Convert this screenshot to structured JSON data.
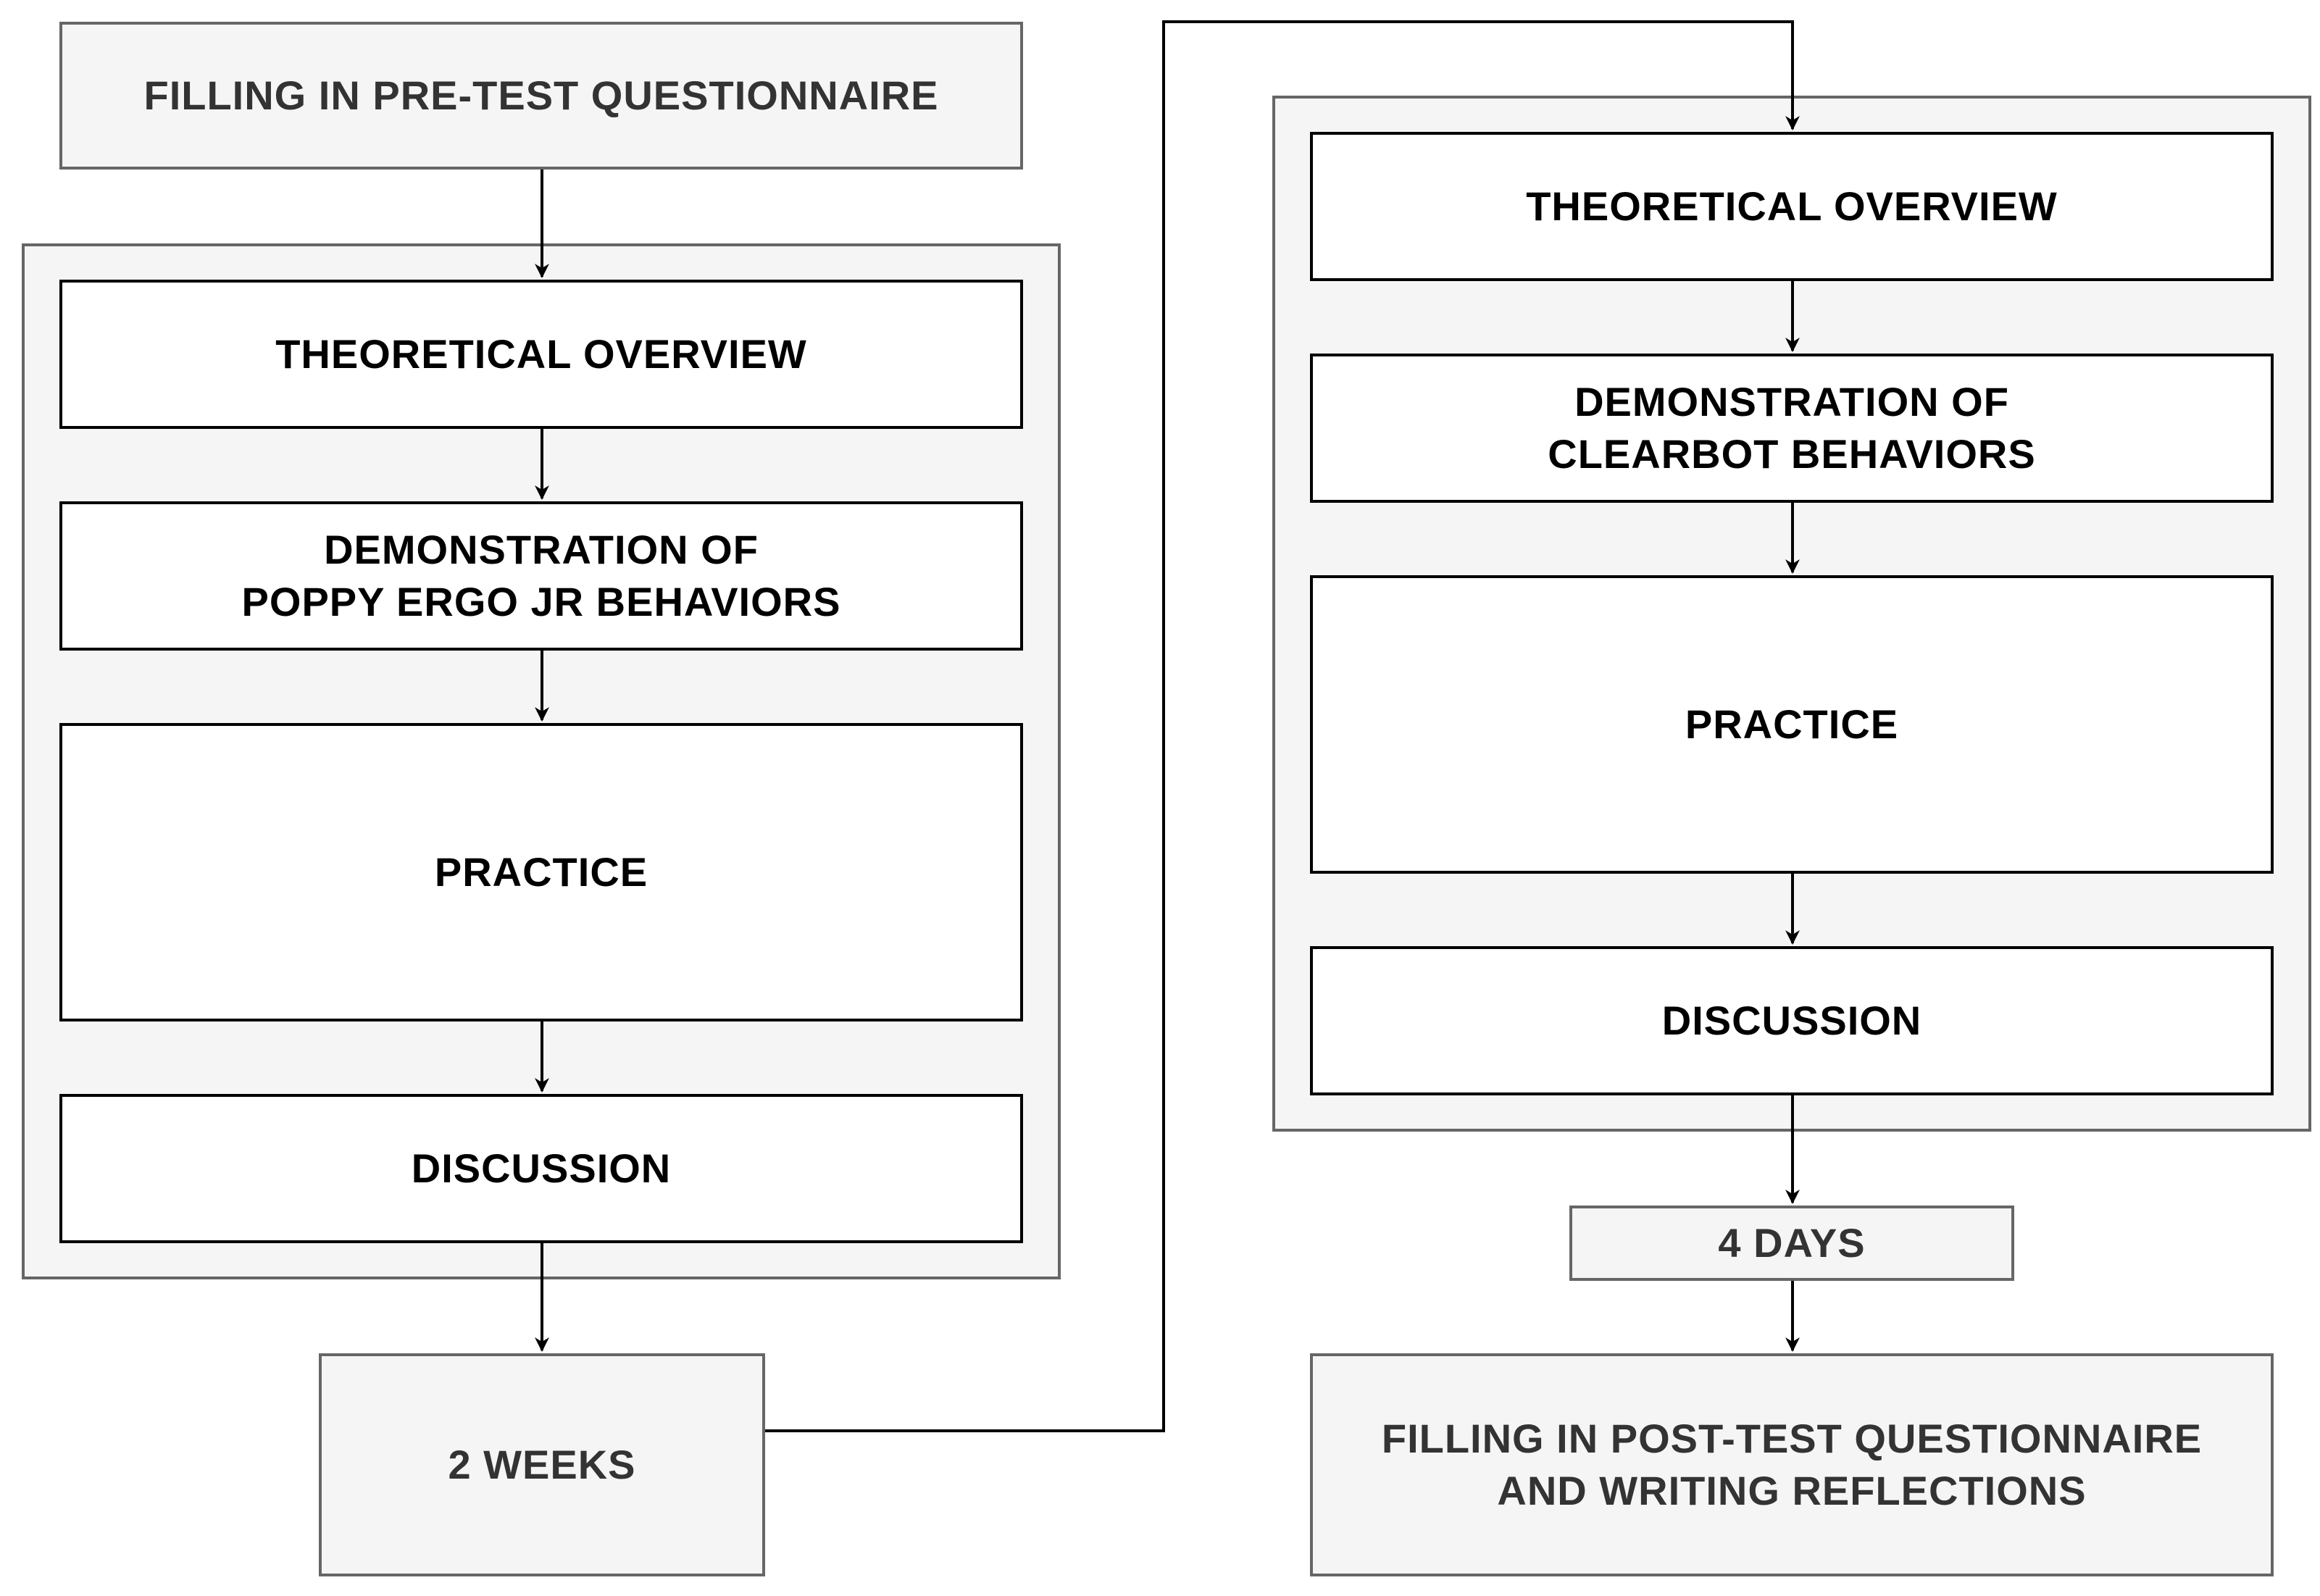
{
  "pretest": {
    "label": "FILLING IN PRE-TEST QUESTIONNAIRE"
  },
  "session1": {
    "overview": "THEORETICAL OVERVIEW",
    "demo_line1": "DEMONSTRATION OF",
    "demo_line2": "POPPY ERGO JR BEHAVIORS",
    "practice": "PRACTICE",
    "discussion": "DISCUSSION"
  },
  "gap1": {
    "label": "2 WEEKS"
  },
  "session2": {
    "overview": "THEORETICAL OVERVIEW",
    "demo_line1": "DEMONSTRATION OF",
    "demo_line2": "CLEARBOT BEHAVIORS",
    "practice": "PRACTICE",
    "discussion": "DISCUSSION"
  },
  "gap2": {
    "label": "4 DAYS"
  },
  "posttest": {
    "line1": "FILLING IN POST-TEST QUESTIONNAIRE",
    "line2": "AND WRITING REFLECTIONS"
  },
  "colors": {
    "group_fill": "#f5f5f5",
    "group_border": "#666666",
    "step_border": "#000000",
    "grey_text": "#333333"
  }
}
